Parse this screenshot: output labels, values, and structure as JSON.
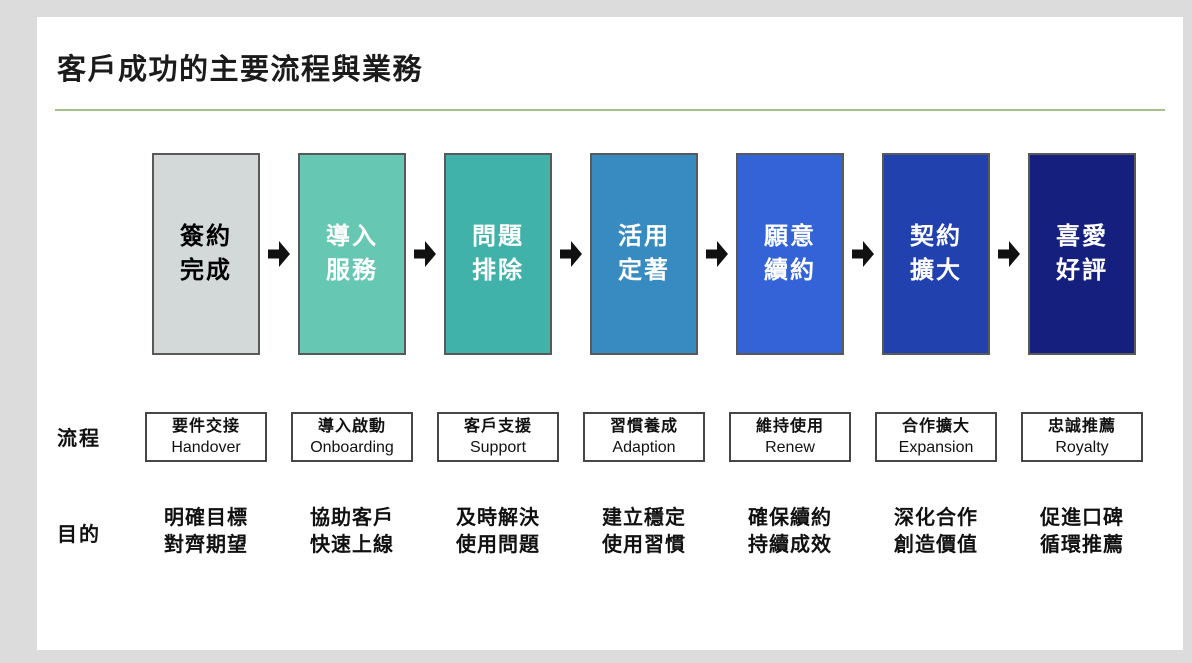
{
  "title": "客戶成功的主要流程與業務",
  "row_labels": {
    "process": "流程",
    "purpose": "目的"
  },
  "colors": {
    "canvas_bg": "#dcdcdc",
    "slide_bg": "#ffffff",
    "title_rule_green": "#a6c28c",
    "stage_border": "#595959",
    "process_box_border": "#474747",
    "arrow_black": "#111111"
  },
  "stages": [
    {
      "stage_line1": "簽約",
      "stage_line2": "完成",
      "fill": "#d3d8d8",
      "text_color": "#000000",
      "process_zh": "要件交接",
      "process_en": "Handover",
      "purpose_line1": "明確目標",
      "purpose_line2": "對齊期望"
    },
    {
      "stage_line1": "導入",
      "stage_line2": "服務",
      "fill": "#66c7b2",
      "text_color": "#ffffff",
      "process_zh": "導入啟動",
      "process_en": "Onboarding",
      "purpose_line1": "協助客戶",
      "purpose_line2": "快速上線"
    },
    {
      "stage_line1": "問題",
      "stage_line2": "排除",
      "fill": "#40b2aa",
      "text_color": "#ffffff",
      "process_zh": "客戶支援",
      "process_en": "Support",
      "purpose_line1": "及時解決",
      "purpose_line2": "使用問題"
    },
    {
      "stage_line1": "活用",
      "stage_line2": "定著",
      "fill": "#388bc0",
      "text_color": "#ffffff",
      "process_zh": "習慣養成",
      "process_en": "Adaption",
      "purpose_line1": "建立穩定",
      "purpose_line2": "使用習慣"
    },
    {
      "stage_line1": "願意",
      "stage_line2": "續約",
      "fill": "#3363d6",
      "text_color": "#ffffff",
      "process_zh": "維持使用",
      "process_en": "Renew",
      "purpose_line1": "確保續約",
      "purpose_line2": "持續成效"
    },
    {
      "stage_line1": "契約",
      "stage_line2": "擴大",
      "fill": "#2041ae",
      "text_color": "#ffffff",
      "process_zh": "合作擴大",
      "process_en": "Expansion",
      "purpose_line1": "深化合作",
      "purpose_line2": "創造價值"
    },
    {
      "stage_line1": "喜愛",
      "stage_line2": "好評",
      "fill": "#15207e",
      "text_color": "#ffffff",
      "process_zh": "忠誠推薦",
      "process_en": "Royalty",
      "purpose_line1": "促進口碑",
      "purpose_line2": "循環推薦"
    }
  ]
}
